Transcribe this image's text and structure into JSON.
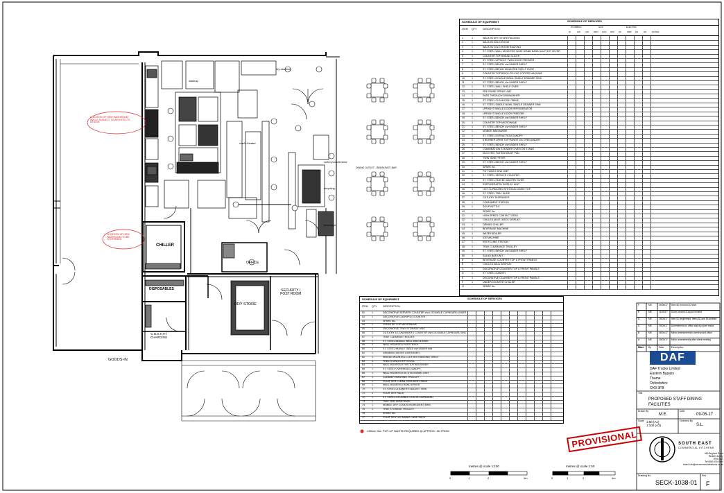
{
  "rooms": {
    "chiller": "CHILLER",
    "disposables": "DISPOSABLES",
    "cosh": "C.O.S.H.H /\nCHARGING",
    "dry_store": "DRY STORE",
    "security": "SECURITY /\nPOST ROOM",
    "office": "OFFICE",
    "goods_in": "GOODS-IN",
    "washup": "washup",
    "dry_cleaning": "dry cleaning",
    "chefs_theatre": "chef's theatre",
    "cutlery": "cutlery/condiments",
    "recycling": "recycling",
    "beverages": "beverages",
    "dining_label": "DINING OUTLET - BREAKFAST BAR"
  },
  "annotations": {
    "note1": "LOCATION OF NEW WASHROOM\nWALLS SUBJECT TO ARCHITECTS\nDESIGN",
    "note2": "LOCATION OF NEW\nWASHROOM TO BE\nCONFIRMED",
    "popup_note": "135mm Dia. POP-UP WASTE REQUIRED @ APPROX. 1M FROM",
    "stamp": "PROVISIONAL"
  },
  "schedule_top": {
    "title": "SCHEDULE OF EQUIPMENT",
    "services_title": "SCHEDULE OF SERVICES",
    "cols": [
      "ITEM",
      "QTY",
      "DESCRIPTION"
    ],
    "svc_groups": [
      "PLUMBING",
      "GAS",
      "ELECTRIC"
    ],
    "svc_cols": [
      "W",
      "HW",
      "CW",
      "DRN",
      "GAS",
      "SPK",
      "SS",
      "AMP",
      "PH",
      "HP",
      "NOTES"
    ],
    "rows": [
      [
        "1",
        "1",
        "WALK IN DRY STORE RACKING"
      ],
      [
        "2",
        "1",
        "WALK-IN COLD ROOM"
      ],
      [
        "3",
        "1",
        "WALK IN COLD ROOM RACKING"
      ],
      [
        "4",
        "1",
        "ST. STEEL WALL MOUNTED WASH HAND BASIN c/w FOOT LEVER"
      ],
      [
        "5",
        "1",
        "COUNTER TOP BREAD SLICER"
      ],
      [
        "6",
        "1",
        "ST. STEEL UPRIGHT TWIN DOOR FREEZER"
      ],
      [
        "7",
        "1",
        "ST. STEEL BENCH c/w UNDER SHELF"
      ],
      [
        "8",
        "1",
        "ST. STEEL BENCH MOUNTED SHELF OVER"
      ],
      [
        "9",
        "1",
        "COUNTER TOP BRICK-TO-CUP COFFEE MACHINE"
      ],
      [
        "10",
        "1",
        "ST. STEEL DOUBLE BOWL SINGLE DRAINER SINK"
      ],
      [
        "11",
        "1",
        "ST. STEEL BENCH c/w UNDER SHELF"
      ],
      [
        "12",
        "1",
        "ST. STEEL WALL SHELF OVER"
      ],
      [
        "13",
        "1",
        "PRE RINSE SPRAY UNIT"
      ],
      [
        "14",
        "1",
        "PASS THROUGH DISHWASHER"
      ],
      [
        "15",
        "1",
        "ST. STEEL CLEAN DISH TABLE"
      ],
      [
        "16",
        "1",
        "ST. STEEL SINGLE BOWL SINGLE DRAINER SINK"
      ],
      [
        "17",
        "1",
        "UPRIGHT SINGLE DOOR REFRIGERATOR"
      ],
      [
        "18",
        "1",
        "UPRIGHT SINGLE DOOR FREEZER"
      ],
      [
        "19",
        "1",
        "ST. STEEL BENCH c/w UNDER SHELF"
      ],
      [
        "20",
        "1",
        "COUNTER TOP MICROWAVE"
      ],
      [
        "21",
        "1",
        "ST. STEEL BENCH c/w UNDER SHELF"
      ],
      [
        "22",
        "1",
        "MOBILE BAIN MARIE"
      ],
      [
        "23",
        "1",
        "ST. STEEL EXTRACTION CANOPY"
      ],
      [
        "24",
        "1",
        "6 BURNER OPEN TOP RANGE c/w OVEN UNDER"
      ],
      [
        "25",
        "1",
        "ST. STEEL BENCH c/w UNDER SHELF"
      ],
      [
        "26",
        "1",
        "COMBINATION STEAMER OVEN ON STAND"
      ],
      [
        "27",
        "1",
        "ELECTRIC TILTING BRATT PAN"
      ],
      [
        "28",
        "1",
        "TWIN TANK FRYER"
      ],
      [
        "29",
        "1",
        "ST. STEEL BENCH c/w UNDER SHELF"
      ],
      [
        "30",
        "-",
        "SPARE No."
      ],
      [
        "31",
        "1",
        "POT WASH SINK UNIT"
      ],
      [
        "32",
        "1",
        "ST. STEEL SERVICE COUNTER"
      ],
      [
        "33",
        "1",
        "ST. STEEL HEATED GANTRY OVER"
      ],
      [
        "34",
        "1",
        "REFRIGERATED DISPLAY UNIT"
      ],
      [
        "35",
        "1",
        "HOT CUPBOARD WITH BAIN MARIE TOP"
      ],
      [
        "36",
        "1",
        "ST. STEEL TRAY SLIDE"
      ],
      [
        "37",
        "1",
        "CUTLERY DISPENSER"
      ],
      [
        "38",
        "1",
        "CONDIMENT STATION"
      ],
      [
        "39",
        "1",
        "SOUP KETTLE"
      ],
      [
        "40",
        "-",
        "SPARE No."
      ],
      [
        "41",
        "1",
        "HIGH SPEED CONTACT GRILL"
      ],
      [
        "42",
        "1",
        "CHILLED MULTI-DECK DISPLAY"
      ],
      [
        "43",
        "1",
        "DRINKS CHILLER"
      ],
      [
        "44",
        "1",
        "BEVERAGE MACHINE"
      ],
      [
        "45",
        "1",
        "WATER BOILER"
      ],
      [
        "46",
        "1",
        "ICE MACHINE"
      ],
      [
        "47",
        "1",
        "RECYCLING STATION"
      ],
      [
        "48",
        "1",
        "TRAY CLEARANCE TROLLEY"
      ],
      [
        "49",
        "1",
        "ST. STEEL BENCH c/w UNDER SHELF"
      ],
      [
        "50",
        "1",
        "SALAD BAR UNIT"
      ],
      [
        "A",
        "1",
        "BEVERAGE COUNTER TOP & FRONT PANELS"
      ],
      [
        "B",
        "1",
        "CHILLED WALL DISPLAY"
      ],
      [
        "C",
        "1",
        "DECORATIVE COUNTER TOP & FRONT PANELS"
      ],
      [
        "D",
        "1",
        "ST. STEEL GANTRY"
      ],
      [
        "E",
        "1",
        "DECORATIVE COUNTER TOP & FRONT PANELS"
      ],
      [
        "F",
        "1",
        "UNDERCOUNTER CHILLER"
      ],
      [
        "G",
        "-",
        "SPARE No."
      ]
    ]
  },
  "schedule_bottom": {
    "title": "SCHEDULE OF EQUIPMENT",
    "services_title": "SCHEDULE OF SERVICES",
    "cols": [
      "ITEM",
      "QTY",
      "DESCRIPTION"
    ],
    "rows": [
      [
        "51",
        "1",
        "DECORATIVE SERVERY COUNTER c/w LOCKABLE CUPBOARD UNDER"
      ],
      [
        "52",
        "1",
        "DECORATIVE CASH/POS COUNTER"
      ],
      [
        "53",
        "-",
        "SPARE No."
      ],
      [
        "54",
        "1",
        "COUNTER TOP MICROWAVE"
      ],
      [
        "55",
        "1",
        "DECORATIVE TRAY STORAGE UNIT"
      ],
      [
        "56",
        "1",
        "CUTLERY & CONDIMENTS COUNTER c/w LOCKABLE CUPBOARD UNDER"
      ],
      [
        "57",
        "1",
        "TRAY CLEARING TROLLEY"
      ],
      [
        "58",
        "1",
        "ST. STEEL MOBILE WALL WASTE BINS"
      ],
      [
        "59",
        "1",
        "WALL MOUNTED PLATE RACK"
      ],
      [
        "60",
        "1",
        "ST. STEEL MOBILE TABLE c/w UNDER BIN"
      ],
      [
        "61",
        "1",
        "DRINKING WATER DISPENSER"
      ],
      [
        "62",
        "1",
        "SINGLE MOUNTED CLOTHES HANGING SHELF"
      ],
      [
        "63",
        "1",
        "FREE-STAND STEP STOOL"
      ],
      [
        "64",
        "1",
        "WALL MOUNTED FIRE EXTINGUISHER"
      ],
      [
        "65",
        "1",
        "ST. STEEL OVERHEAD CANOPY"
      ],
      [
        "66",
        "1",
        "WALL MOUNTED DE-STATIONING UNIT"
      ],
      [
        "67",
        "1",
        "CLEANER WASHING TROLLEY"
      ],
      [
        "68",
        "1",
        "FOUR TIER CLEAN CROCKERY RACK"
      ],
      [
        "69",
        "1",
        "WALL MOUNTED HAND DRYER"
      ],
      [
        "70",
        "1",
        "ST. STEEL CLEANER'S BUCKET SINK"
      ],
      [
        "71",
        "1",
        "FOUR TIER RACK"
      ],
      [
        "72",
        "1",
        "ST. STEEL LOCKABLE COSHH CUPBOARD"
      ],
      [
        "73",
        "1",
        "TWO TIER SHOE RACK"
      ],
      [
        "74",
        "1",
        "MOBILE DRY GOODS INGREDIENT BINS"
      ],
      [
        "75",
        "1",
        "TRAY STORAGE TROLLEY"
      ],
      [
        "76",
        "-",
        "SPARE No."
      ],
      [
        "77",
        "1",
        "FOUR TIER LOCKABLE CAGE RACK"
      ]
    ]
  },
  "scales": {
    "s1": "metres @ scale 1:100",
    "s2": "metres @ scale 1:50",
    "ticks1": [
      "0",
      "1",
      "2",
      "4m"
    ],
    "ticks2": [
      "0",
      "1",
      "2",
      "4m"
    ]
  },
  "revisions": [
    {
      "rev": "F",
      "by": "ME",
      "date": "09/05/17",
      "desc": "Item 66 removed & reset"
    },
    {
      "rev": "E",
      "by": "ME",
      "date": "11/05/17",
      "desc": "Doors moved & layout revised"
    },
    {
      "rev": "D",
      "by": "ME",
      "date": "25/04/17",
      "desc": "Item 51 lengthened, items 52 and 53 deleted"
    },
    {
      "rev": "C",
      "by": "ME",
      "date": "20/04/17",
      "desc": "Amendments to office and dry store areas"
    },
    {
      "rev": "B",
      "by": "ME",
      "date": "05/04/17",
      "desc": "Minor amendments to servery and office"
    },
    {
      "rev": "A",
      "by": "ME",
      "date": "29/03/17",
      "desc": "Minor amendments after client meeting"
    }
  ],
  "revision_headers": {
    "rev": "Rev",
    "by": "By",
    "date": "Date",
    "desc": "Description"
  },
  "title_block": {
    "client_label": "Client",
    "logo": "DAF",
    "client_lines": [
      "DAF Trucks Limited",
      "Eastern Bypass",
      "Thame",
      "Oxfordshire",
      "OX9 3FB"
    ],
    "title_label": "Title",
    "title_lines": [
      "PROPOSED STAFF DINING",
      "FACILITIES"
    ],
    "drawn_label": "Drawn By",
    "drawn": "M.E.",
    "date_label": "Date",
    "date": "09-05-17",
    "scale_label": "Scale",
    "scale": "1:50 (A1)\n1:100 (A3)",
    "checked_label": "Checked By",
    "checked": "S.L.",
    "company_lines": [
      "SOUTH EAST",
      "COMMERCIAL KITCHENS"
    ],
    "address": "44A Brighton Road\nRedhill, Surrey\nRH1 6QZ\nTel 0800 000 0000\nemail: info@secommercialkitchens.co.uk",
    "drawing_label": "Drawing No.",
    "drawing_no": "SECK-1038-01",
    "rev_label": "Rev",
    "rev": "F"
  }
}
